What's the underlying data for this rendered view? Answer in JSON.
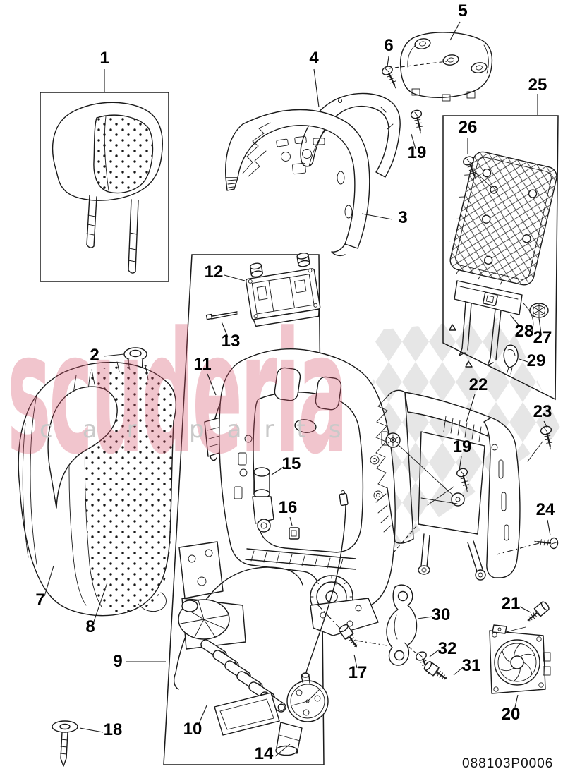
{
  "figure": {
    "type": "exploded-parts-diagram",
    "subject": "seat backrest components",
    "drawing_number": "088103P0006"
  },
  "watermark": {
    "brand": "scuderia",
    "tagline_left": "car",
    "tagline_right": "parts",
    "brand_color": "#d64e66",
    "tagline_color": "#c9c9c9",
    "checker_color": "#e2e2e2"
  },
  "palette": {
    "line": "#1a1a1a",
    "background": "#ffffff"
  },
  "callouts": {
    "n1": {
      "text": "1"
    },
    "n2": {
      "text": "2"
    },
    "n3": {
      "text": "3"
    },
    "n4": {
      "text": "4"
    },
    "n5": {
      "text": "5"
    },
    "n6": {
      "text": "6"
    },
    "n7": {
      "text": "7"
    },
    "n8": {
      "text": "8"
    },
    "n9": {
      "text": "9"
    },
    "n10": {
      "text": "10"
    },
    "n11": {
      "text": "11"
    },
    "n12": {
      "text": "12"
    },
    "n13": {
      "text": "13"
    },
    "n14": {
      "text": "14"
    },
    "n15": {
      "text": "15"
    },
    "n16": {
      "text": "16"
    },
    "n17": {
      "text": "17"
    },
    "n18": {
      "text": "18"
    },
    "n19a": {
      "text": "19"
    },
    "n19b": {
      "text": "19"
    },
    "n20": {
      "text": "20"
    },
    "n21": {
      "text": "21"
    },
    "n22": {
      "text": "22"
    },
    "n23": {
      "text": "23"
    },
    "n24": {
      "text": "24"
    },
    "n25": {
      "text": "25"
    },
    "n26": {
      "text": "26"
    },
    "n27": {
      "text": "27"
    },
    "n28": {
      "text": "28"
    },
    "n29": {
      "text": "29"
    },
    "n30": {
      "text": "30"
    },
    "n31": {
      "text": "31"
    },
    "n32": {
      "text": "32"
    }
  }
}
